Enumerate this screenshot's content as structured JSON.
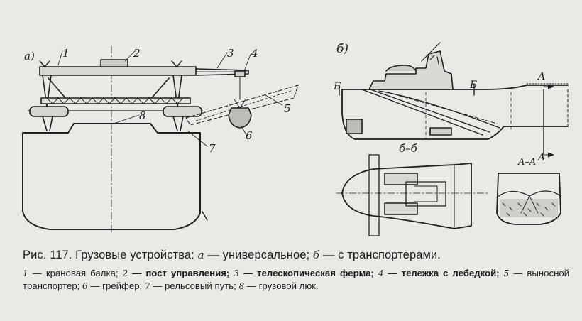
{
  "labels": {
    "a": "а)",
    "b": "б)",
    "n1": "1",
    "n2": "2",
    "n3": "3",
    "n4": "4",
    "n5": "5",
    "n6": "6",
    "n7": "7",
    "n8": "8",
    "section_b_left": "Б",
    "section_b_right": "Б",
    "section_a": "A",
    "section_a_bottom": "A",
    "section_bb_title": "б–б",
    "section_aa_title": "A–A"
  },
  "caption": {
    "prefix": "Рис. 117. Грузовые устройства:",
    "a_letter": "а",
    "a_text": "— универсальное;",
    "b_letter": "б",
    "b_text": "— с транспортерами."
  },
  "legend": [
    {
      "num": "1",
      "text": "— крановая балка;",
      "bold": false
    },
    {
      "num": "2",
      "text": "— пост управления;",
      "bold": true
    },
    {
      "num": "3",
      "text": "— телескопическая ферма;",
      "bold": true
    },
    {
      "num": "4",
      "text": "— тележка с лебедкой;",
      "bold": true
    },
    {
      "num": "5",
      "text": "— выносной транспортер;",
      "bold": false
    },
    {
      "num": "6",
      "text": "— грейфер;",
      "bold": false
    },
    {
      "num": "7",
      "text": "— рельсовый путь;",
      "bold": false
    },
    {
      "num": "8",
      "text": "— грузовой люк.",
      "bold": false
    }
  ]
}
